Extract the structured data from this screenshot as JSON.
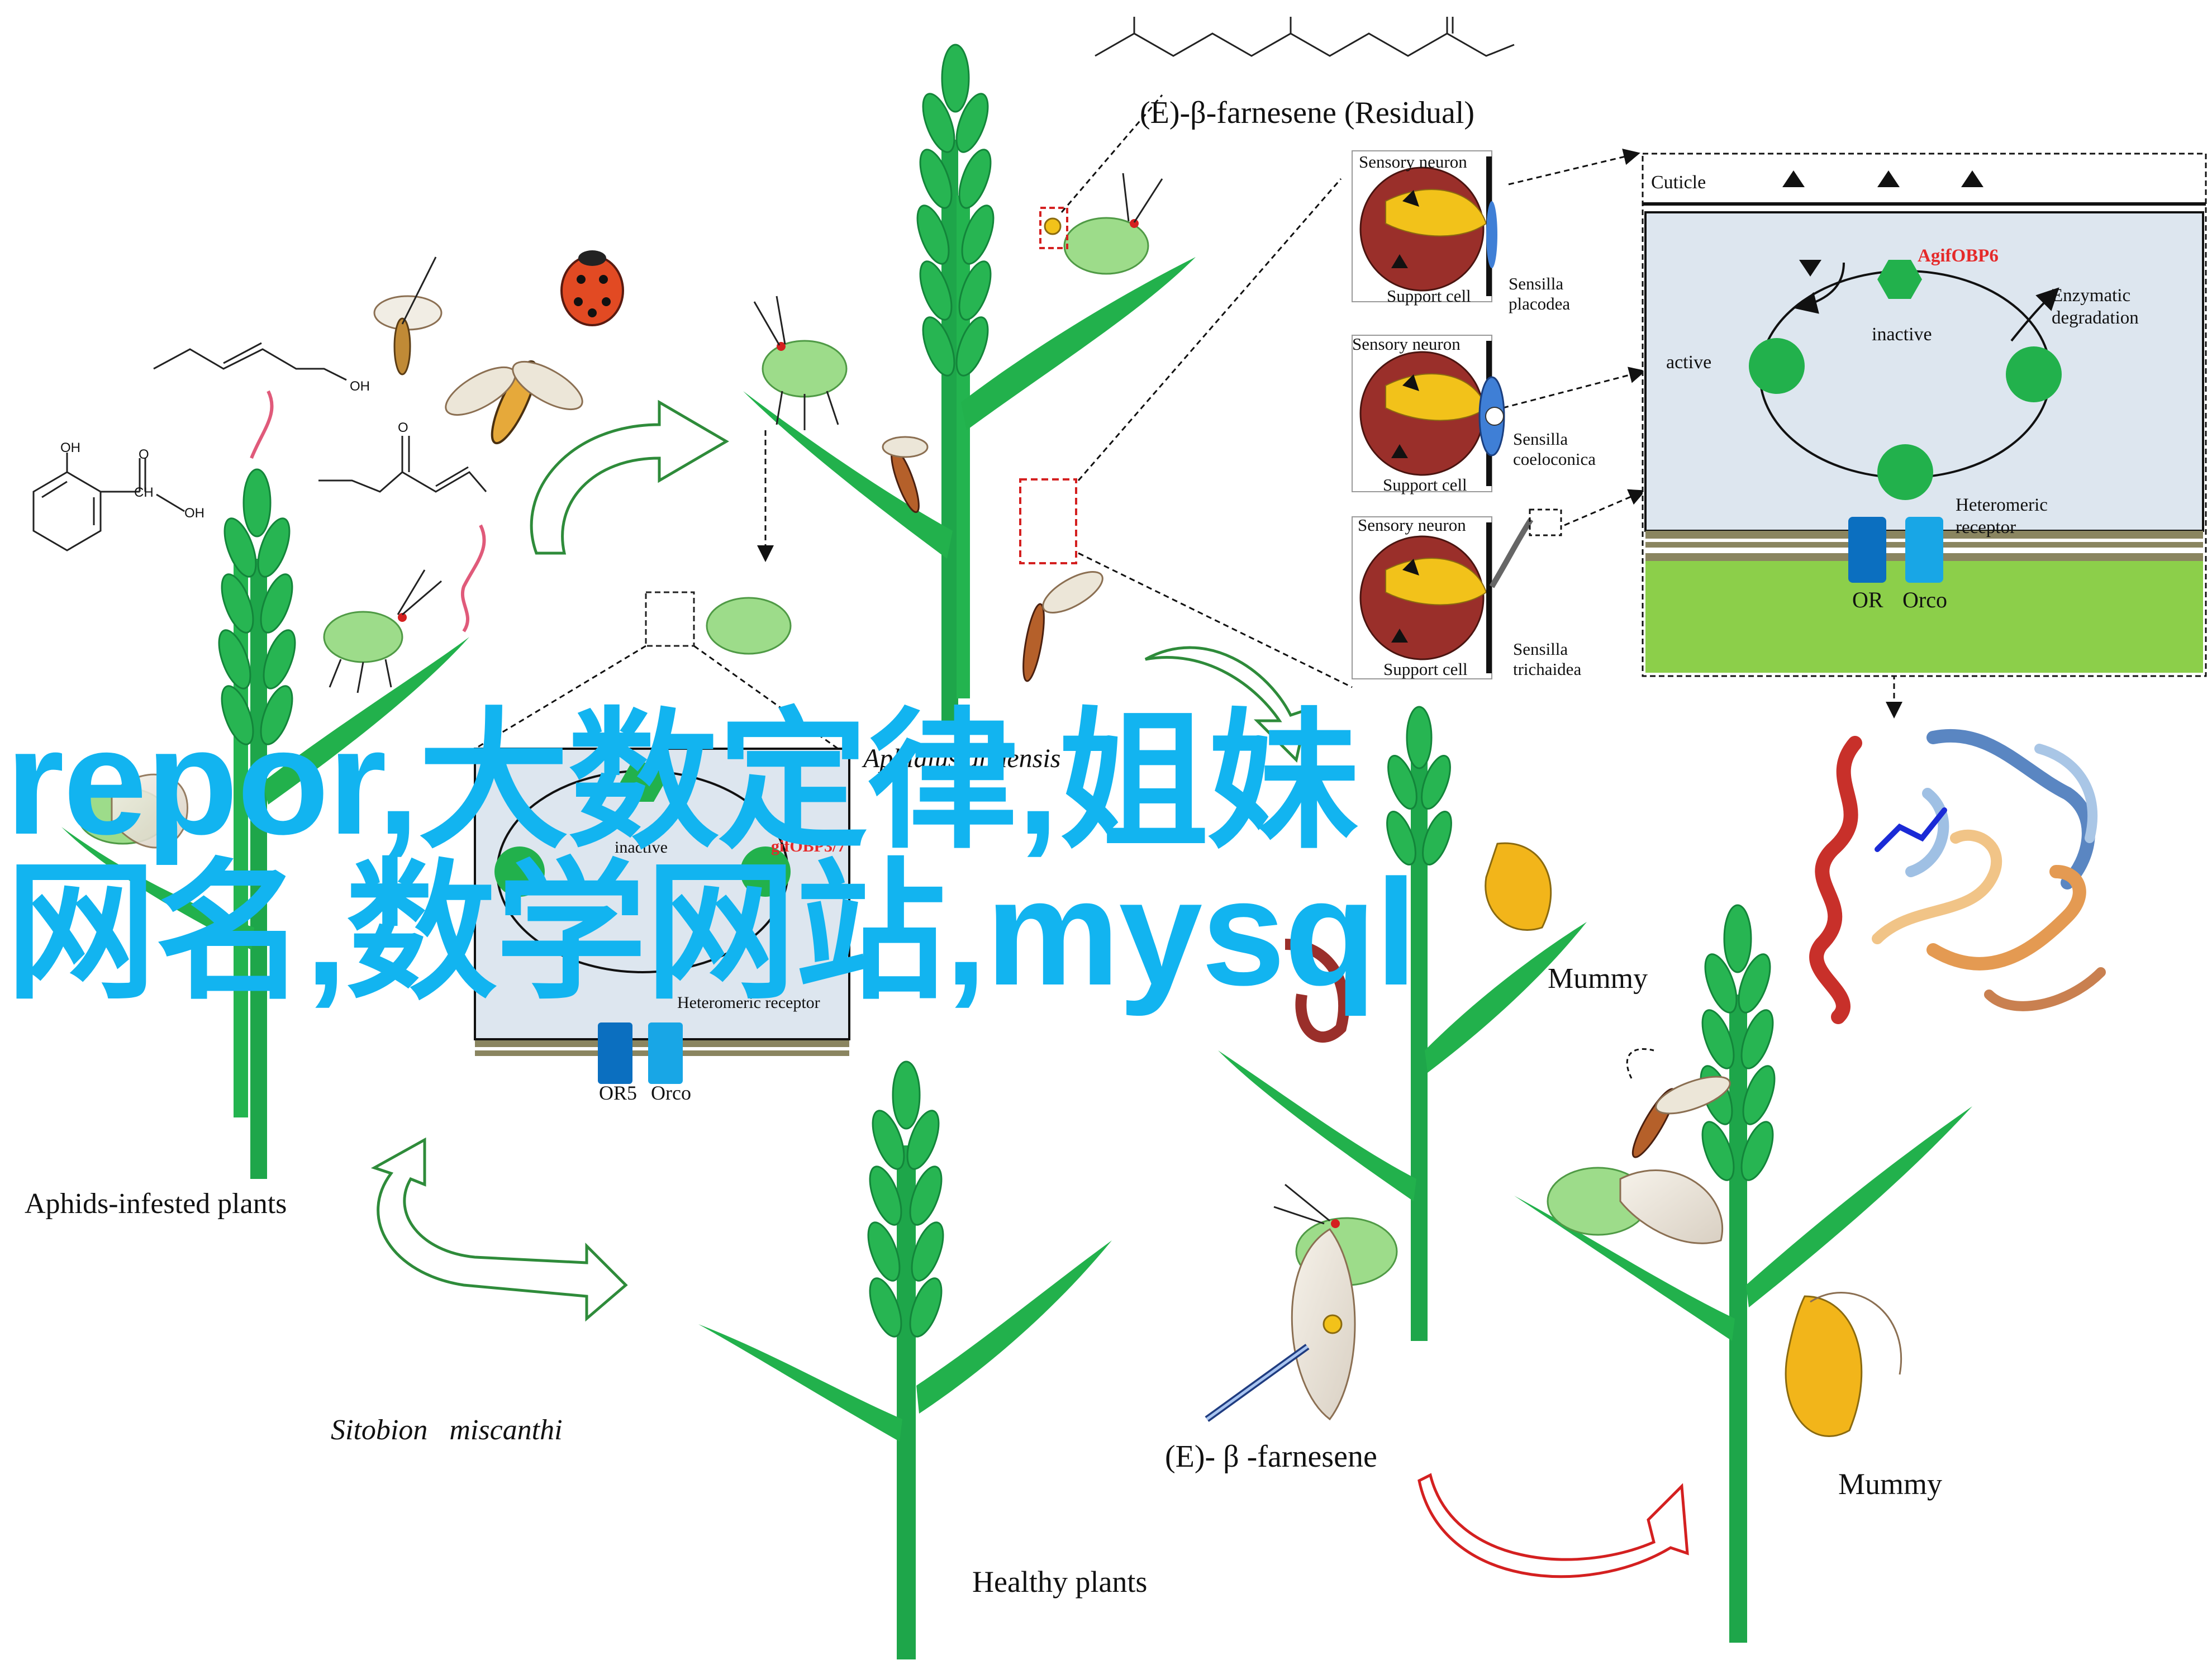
{
  "labels": {
    "farnesene_residual_name": "(E)-β-farnesene",
    "farnesene_residual_suffix": "(Residual)",
    "aphids_infested": "Aphids-infested plants",
    "healthy": "Healthy plants",
    "sitobion_genus": "Sitobion",
    "sitobion_species": "miscanthi",
    "farnesene_bottom": "(E)- β -farnesene",
    "mummy_right": "Mummy",
    "mummy_mid": "Mummy",
    "aphidius_partial": "Aphidius gifuensis",
    "sensory_neuron": "Sensory neuron",
    "support_cell": "Support cell",
    "sensilla_placodea": "Sensilla placodea",
    "sensilla_coeloconica": "Sensilla coeloconica",
    "sensilla_trichaidea": "Sensilla trichaidea",
    "cuticle": "Cuticle",
    "agif_obp6": "AgifOBP6",
    "inactive": "inactive",
    "active": "active",
    "enzymatic_degradation": "Enzymatic degradation",
    "heteromeric_receptor": "Heteromeric receptor",
    "or": "OR",
    "orco": "Orco",
    "left_inactive": "inactive",
    "left_obp": "gifOBP3/7",
    "left_receptor": "Heteromeric receptor",
    "or5": "OR5",
    "left_orco": "Orco",
    "chem_oh": "OH",
    "chem_ch": "CH",
    "chem_o": "O",
    "chem_o2": "O",
    "chem_oh2": "OH",
    "chem_oh3": "OH"
  },
  "overlay": {
    "line1": "repor,大数定律,姐妹",
    "line2": "网名,数学网站,mysql"
  },
  "colors": {
    "plant_green": "#22b14c",
    "plant_dark": "#0f8a34",
    "aphid_green": "#9ddc8a",
    "arrow_green": "#2e8b3a",
    "arrow_red": "#d42020",
    "membrane": "#8a8560",
    "cell_bg": "#dde6ef",
    "ground_green": "#8ccf4a",
    "receptor_or": "#0b6fc0",
    "receptor_orco": "#18a6e6",
    "overlay_text": "#12b4f0",
    "obp_red": "#e52a2a"
  }
}
